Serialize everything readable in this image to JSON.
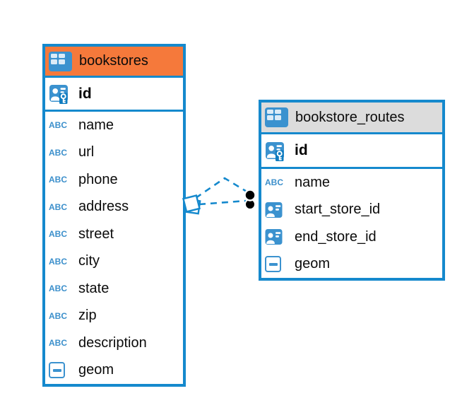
{
  "colors": {
    "table_border_blue": "#1589cd",
    "icon_blue": "#3b92cf",
    "bookstores_header_orange": "#f5793b",
    "routes_header_gray": "#dcdcdc",
    "relation_line_blue": "#1589cd",
    "relation_dot_black": "#000000",
    "text_color": "#0b0b0b"
  },
  "icons": {
    "abc_glyph": "ABC",
    "table_icon": "table-grid",
    "primary_key_icon": "id-card-with-key",
    "person_ref_icon": "id-card-person",
    "geometry_icon": "square-with-dash"
  },
  "tables": [
    {
      "name": "bookstores",
      "header_style": "orange",
      "primary_key": {
        "name": "id",
        "type": "primary-key"
      },
      "columns": [
        {
          "name": "name",
          "type": "text"
        },
        {
          "name": "url",
          "type": "text"
        },
        {
          "name": "phone",
          "type": "text"
        },
        {
          "name": "address",
          "type": "text"
        },
        {
          "name": "street",
          "type": "text"
        },
        {
          "name": "city",
          "type": "text"
        },
        {
          "name": "state",
          "type": "text"
        },
        {
          "name": "zip",
          "type": "text"
        },
        {
          "name": "description",
          "type": "text"
        },
        {
          "name": "geom",
          "type": "geometry"
        }
      ]
    },
    {
      "name": "bookstore_routes",
      "header_style": "gray",
      "primary_key": {
        "name": "id",
        "type": "primary-key"
      },
      "columns": [
        {
          "name": "name",
          "type": "text"
        },
        {
          "name": "start_store_id",
          "type": "person-ref"
        },
        {
          "name": "end_store_id",
          "type": "person-ref"
        },
        {
          "name": "geom",
          "type": "geometry"
        }
      ]
    }
  ],
  "relations": [
    {
      "from": "bookstores",
      "to": "bookstore_routes",
      "to_column": "start_store_id",
      "style": "dashed"
    },
    {
      "from": "bookstores",
      "to": "bookstore_routes",
      "to_column": "end_store_id",
      "style": "dashed"
    }
  ]
}
